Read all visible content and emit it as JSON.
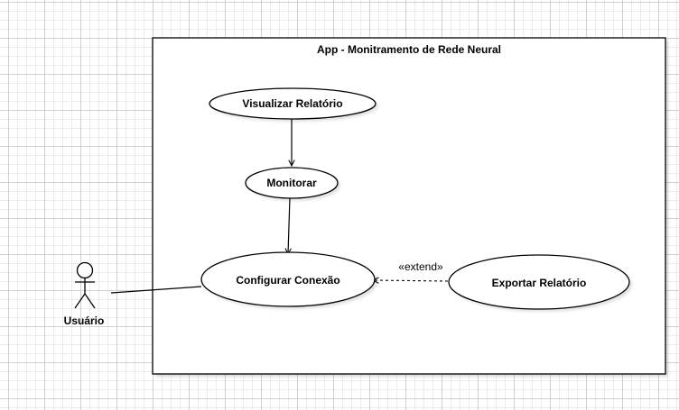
{
  "system": {
    "title": "App - Monitramento de Rede Neural"
  },
  "actor": {
    "name": "Usuário"
  },
  "use_cases": {
    "visualizar": "Visualizar Relatório",
    "monitorar": "Monitorar",
    "configurar": "Configurar Conexão",
    "exportar": "Exportar Relatório"
  },
  "relations": {
    "extend_label": "«extend»"
  }
}
